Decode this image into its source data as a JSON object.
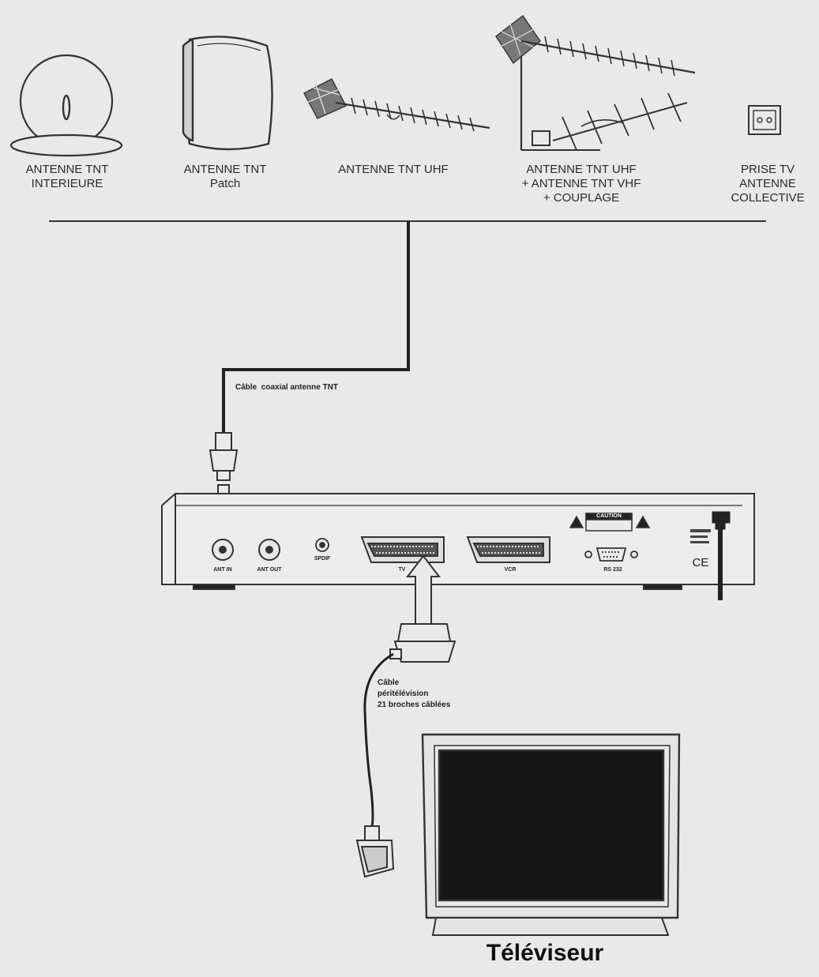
{
  "antennas": [
    {
      "id": "interieure",
      "icon": "indoor-antenna-icon",
      "label": "ANTENNE TNT\nINTERIEURE"
    },
    {
      "id": "patch",
      "icon": "patch-antenna-icon",
      "label": "ANTENNE TNT\nPatch"
    },
    {
      "id": "uhf",
      "icon": "uhf-antenna-icon",
      "label": "ANTENNE TNT UHF"
    },
    {
      "id": "uhf-vhf",
      "icon": "uhf-vhf-antenna-icon",
      "label": "ANTENNE TNT UHF\n+ ANTENNE TNT VHF\n+ COUPLAGE"
    },
    {
      "id": "prise",
      "icon": "wall-socket-icon",
      "label": "PRISE TV\nANTENNE\nCOLLECTIVE"
    }
  ],
  "cables": {
    "coaxial": "Câble  coaxial antenne TNT",
    "peritel": "Câble\npéritélévision\n21 broches câblées"
  },
  "receiver": {
    "ports": {
      "ant_in": "ANT IN",
      "ant_out": "ANT OUT",
      "spdif": "SPDIF",
      "tv": "TV",
      "vcr": "VCR",
      "rs232": "RS 232"
    },
    "caution": "CAUTION",
    "ce_mark": "CE"
  },
  "television": {
    "caption": "Téléviseur"
  }
}
